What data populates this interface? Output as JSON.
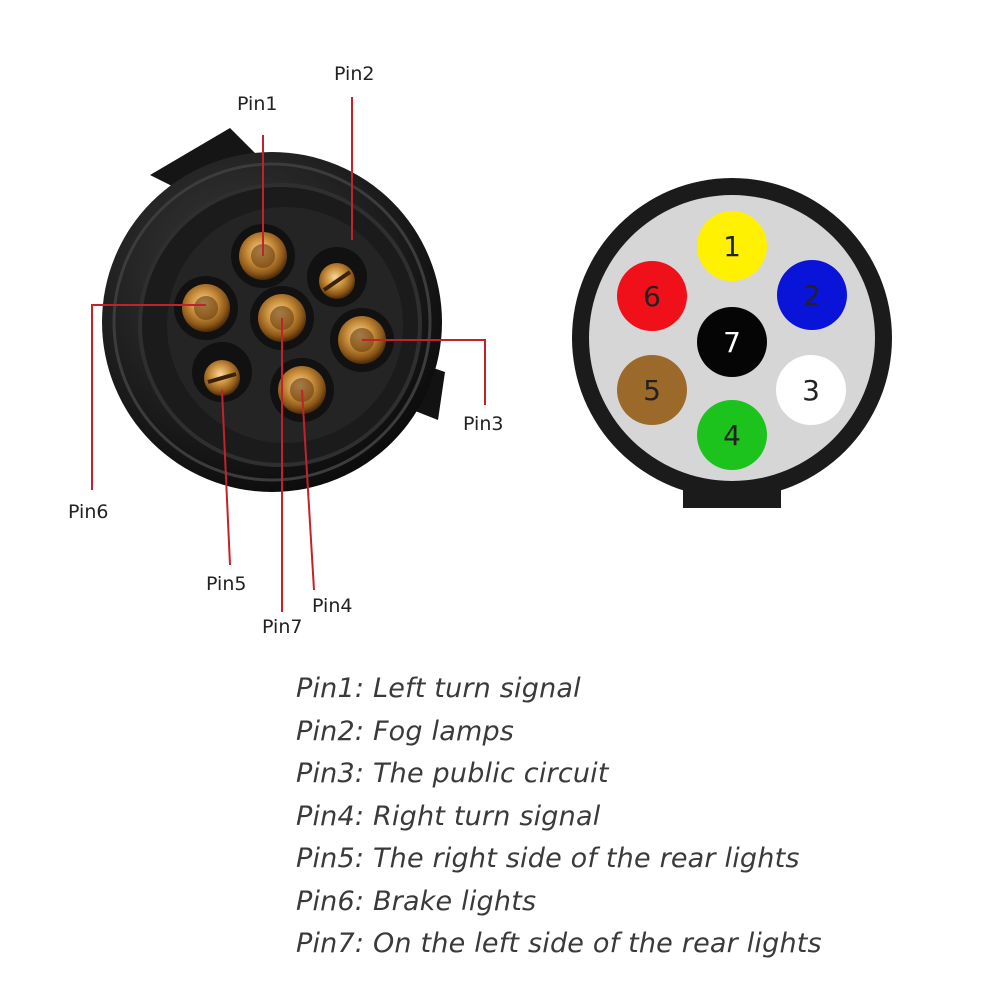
{
  "socket_labels": {
    "pin1": "Pin1",
    "pin2": "Pin2",
    "pin3": "Pin3",
    "pin4": "Pin4",
    "pin5": "Pin5",
    "pin6": "Pin6",
    "pin7": "Pin7"
  },
  "pinout": {
    "pins": [
      {
        "number": "1",
        "color": "#fff100"
      },
      {
        "number": "2",
        "color": "#0a14d8"
      },
      {
        "number": "3",
        "color": "#ffffff"
      },
      {
        "number": "4",
        "color": "#1dc31d"
      },
      {
        "number": "5",
        "color": "#9b6a2a"
      },
      {
        "number": "6",
        "color": "#f0101a"
      },
      {
        "number": "7",
        "color": "#050505"
      }
    ]
  },
  "leader_color": "#c4222b",
  "legend": [
    "Pin1: Left turn signal",
    "Pin2: Fog lamps",
    "Pin3: The public circuit",
    "Pin4: Right turn signal",
    "Pin5: The right side of the rear lights",
    "Pin6: Brake lights",
    "Pin7: On the left side of the rear lights"
  ]
}
